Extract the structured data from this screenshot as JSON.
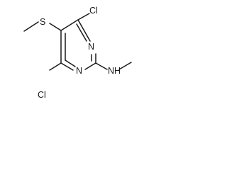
{
  "molecule": {
    "atoms": {
      "cl_top": "Cl",
      "cl_bottom": "Cl",
      "n_ring_top": "N",
      "n_ring_bottom": "N",
      "sulfur": "S",
      "n_amine": "N",
      "h_amine": "H"
    }
  }
}
